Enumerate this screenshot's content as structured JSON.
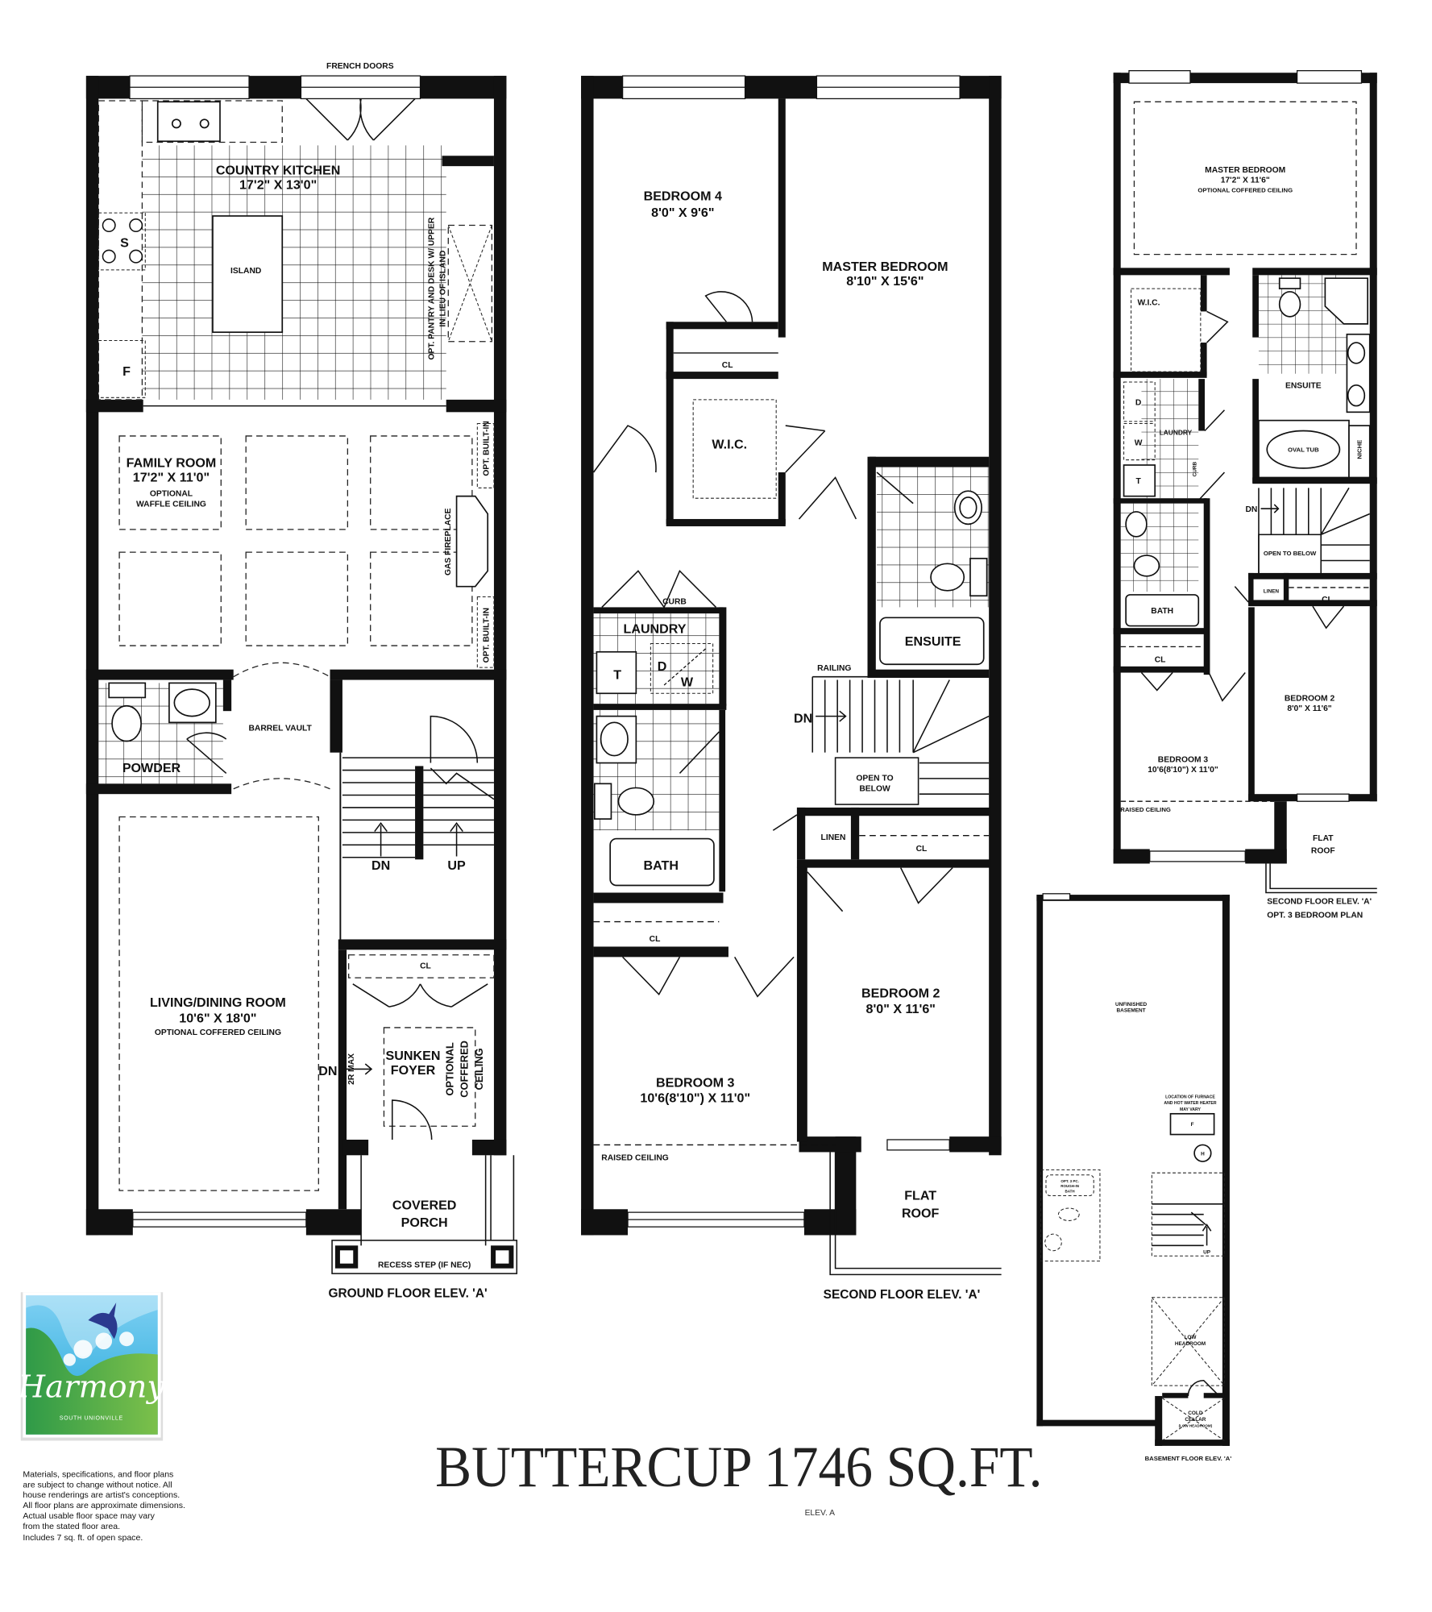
{
  "title": "BUTTERCUP 1746 SQ.FT.",
  "elevation": "ELEV. A",
  "disclaimer": [
    "Materials, specifications, and floor plans",
    "are subject to change without notice. All",
    "house renderings are artist's conceptions.",
    "All floor plans are approximate dimensions.",
    "Actual usable floor space may vary",
    "from the stated floor area.",
    "Includes 7 sq. ft. of open space."
  ],
  "logo": {
    "name": "Harmony",
    "subtitle": "SOUTH UNIONVILLE",
    "colors": {
      "sky": "#3cb4e0",
      "green": "#2f9a48",
      "light_green": "#7cc04a",
      "bird": "#2b3a8f"
    }
  },
  "ground_floor": {
    "caption": "GROUND FLOOR ELEV. 'A'",
    "french_doors": "FRENCH DOORS",
    "kitchen_name": "COUNTRY KITCHEN",
    "kitchen_size": "17'2\" X 13'0\"",
    "stove": "S",
    "fridge": "F",
    "island": "ISLAND",
    "pantry_1": "OPT. PANTRY AND DESK W/ UPPER",
    "pantry_2": "IN LIEU OF ISLAND",
    "family_name": "FAMILY ROOM",
    "family_size": "17'2\" X 11'0\"",
    "family_note_1": "OPTIONAL",
    "family_note_2": "WAFFLE CEILING",
    "builtin_1": "OPT. BUILT-IN",
    "builtin_2": "OPT. BUILT-IN",
    "fireplace": "GAS FIREPLACE",
    "barrel": "BARREL VAULT",
    "powder": "POWDER",
    "stair_dn": "DN",
    "stair_up": "UP",
    "closet": "CL",
    "living_name": "LIVING/DINING ROOM",
    "living_size": "10'6\" X 18'0\"",
    "living_note": "OPTIONAL COFFERED CEILING",
    "foyer_1": "SUNKEN",
    "foyer_2": "FOYER",
    "coffer_1": "OPTIONAL",
    "coffer_2": "COFFERED",
    "coffer_3": "CEILING",
    "foyer_dn": "DN",
    "riser": "2R MAX",
    "porch_1": "COVERED",
    "porch_2": "PORCH",
    "recess": "RECESS STEP (IF NEC)"
  },
  "second_floor": {
    "caption": "SECOND FLOOR ELEV. 'A'",
    "bed4_name": "BEDROOM 4",
    "bed4_size": "8'0\" X 9'6\"",
    "master_name": "MASTER BEDROOM",
    "master_size": "8'10\" X 15'6\"",
    "closet_1": "CL",
    "wic": "W.I.C.",
    "ensuite": "ENSUITE",
    "curb": "CURB",
    "laundry": "LAUNDRY",
    "tub_t": "T",
    "dryer": "D",
    "washer": "W",
    "railing": "RAILING",
    "dn": "DN",
    "open_1": "OPEN TO",
    "open_2": "BELOW",
    "linen": "LINEN",
    "closet_2": "CL",
    "bath": "BATH",
    "closet_3": "CL",
    "bed2_name": "BEDROOM 2",
    "bed2_size": "8'0\" X 11'6\"",
    "bed3_name": "BEDROOM 3",
    "bed3_size": "10'6(8'10\") X 11'0\"",
    "raised": "RAISED CEILING",
    "flat_1": "FLAT",
    "flat_2": "ROOF"
  },
  "opt_plan": {
    "caption_1": "SECOND FLOOR ELEV. 'A'",
    "caption_2": "OPT. 3 BEDROOM PLAN",
    "master_name": "MASTER BEDROOM",
    "master_size": "17'2\" X 11'6\"",
    "master_note": "OPTIONAL COFFERED CEILING",
    "wic": "W.I.C.",
    "ensuite": "ENSUITE",
    "dryer": "D",
    "washer": "W",
    "tub_t": "T",
    "laundry": "LAUNDRY",
    "curb": "CURB",
    "oval_tub": "OVAL TUB",
    "niche": "NICHE",
    "dn": "DN",
    "open": "OPEN TO BELOW",
    "linen": "LINEN",
    "closet_1": "CL",
    "bath": "BATH",
    "closet_2": "CL",
    "bed2_name": "BEDROOM 2",
    "bed2_size": "8'0\" X 11'6\"",
    "bed3_name": "BEDROOM 3",
    "bed3_size": "10'6(8'10\") X 11'0\"",
    "raised": "RAISED CEILING",
    "flat_1": "FLAT",
    "flat_2": "ROOF"
  },
  "basement": {
    "caption": "BASEMENT FLOOR ELEV. 'A'",
    "name_1": "UNFINISHED",
    "name_2": "BASEMENT",
    "furnace_1": "LOCATION OF FURNACE",
    "furnace_2": "AND HOT WATER HEATER",
    "furnace_3": "MAY VARY",
    "furnace": "F",
    "heater": "H",
    "rough_1": "OPT. 3 PC.",
    "rough_2": "ROUGH-IN",
    "rough_3": "BATH",
    "up": "UP",
    "low_1": "LOW",
    "low_2": "HEADROOM",
    "cold_1": "COLD",
    "cold_2": "CELLAR",
    "cold_3": "(LOW HEADROOM)"
  }
}
